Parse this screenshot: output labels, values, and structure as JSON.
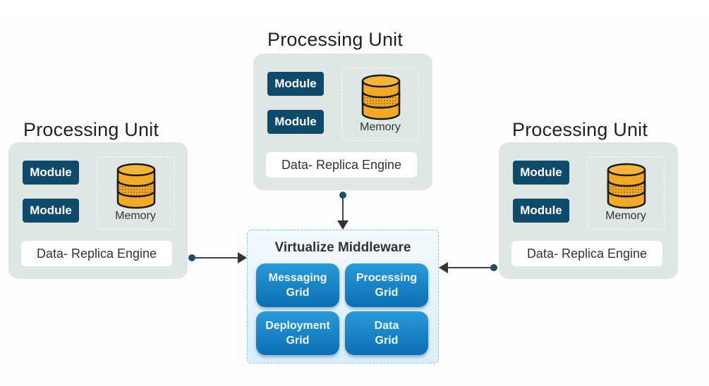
{
  "diagram": {
    "processing_units": [
      {
        "id": "top",
        "title": "Processing Unit",
        "modules": [
          "Module",
          "Module"
        ],
        "memory_label": "Memory",
        "memory_icon": "database-icon",
        "engine_label": "Data- Replica Engine"
      },
      {
        "id": "left",
        "title": "Processing Unit",
        "modules": [
          "Module",
          "Module"
        ],
        "memory_label": "Memory",
        "memory_icon": "database-icon",
        "engine_label": "Data- Replica Engine"
      },
      {
        "id": "right",
        "title": "Processing Unit",
        "modules": [
          "Module",
          "Module"
        ],
        "memory_label": "Memory",
        "memory_icon": "database-icon",
        "engine_label": "Data- Replica Engine"
      }
    ],
    "middleware": {
      "title": "Virtualize Middleware",
      "grids": [
        {
          "line1": "Messaging",
          "line2": "Grid"
        },
        {
          "line1": "Processing",
          "line2": "Grid"
        },
        {
          "line1": "Deployment",
          "line2": "Grid"
        },
        {
          "line1": "Data",
          "line2": "Grid"
        }
      ]
    },
    "connections": [
      {
        "from": "top",
        "to": "middleware"
      },
      {
        "from": "left",
        "to": "middleware"
      },
      {
        "from": "right",
        "to": "middleware"
      }
    ],
    "colors": {
      "module": "#0f4a6b",
      "unit_bg": "#dfe6e6",
      "memory": "#f2a92a",
      "grid": "#1283c8"
    }
  }
}
